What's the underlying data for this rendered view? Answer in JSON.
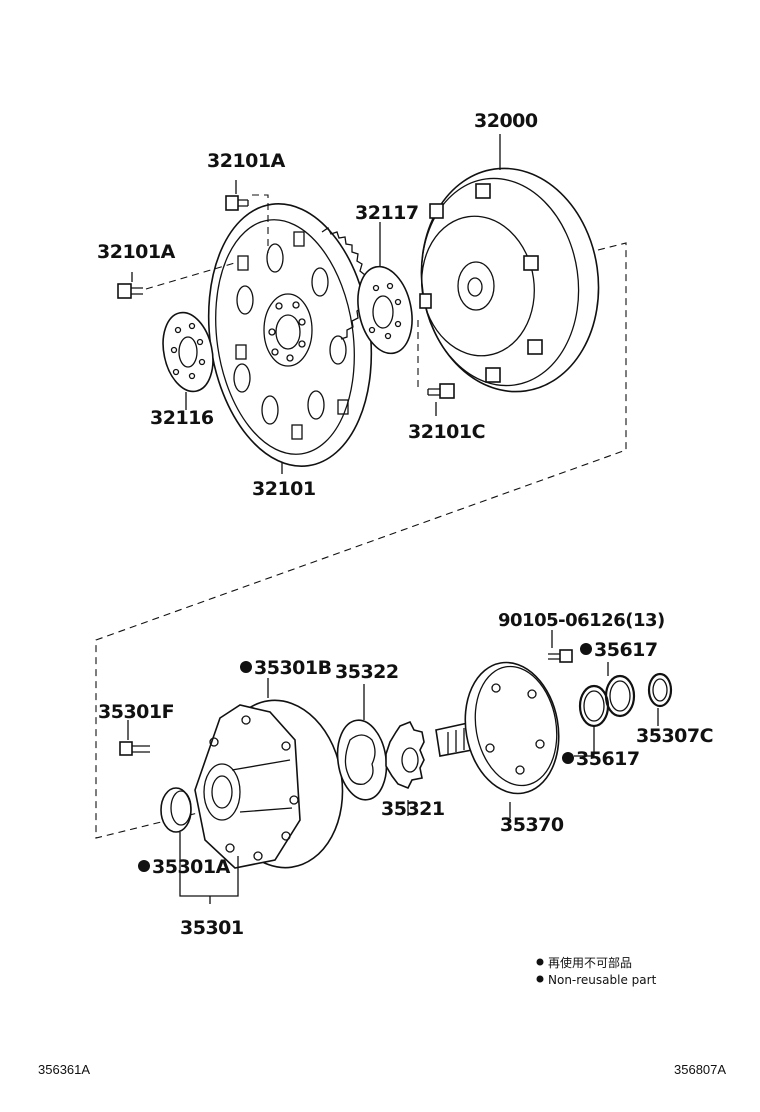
{
  "labels": {
    "p32000": "32000",
    "p32101A_top": "32101A",
    "p32101A_left": "32101A",
    "p32117": "32117",
    "p32116": "32116",
    "p32101C": "32101C",
    "p32101": "32101",
    "p90105": "90105-06126(13)",
    "p35617_top": "35617",
    "p35301B": "35301B",
    "p35322": "35322",
    "p35301F": "35301F",
    "p35307C": "35307C",
    "p35617_mid": "35617",
    "p35321": "35321",
    "p35370": "35370",
    "p35301A": "35301A",
    "p35301": "35301"
  },
  "legend": {
    "jp": "再使用不可部品",
    "en": "Non-reusable part"
  },
  "footer": {
    "left_code": "356361A",
    "right_code": "356807A"
  }
}
